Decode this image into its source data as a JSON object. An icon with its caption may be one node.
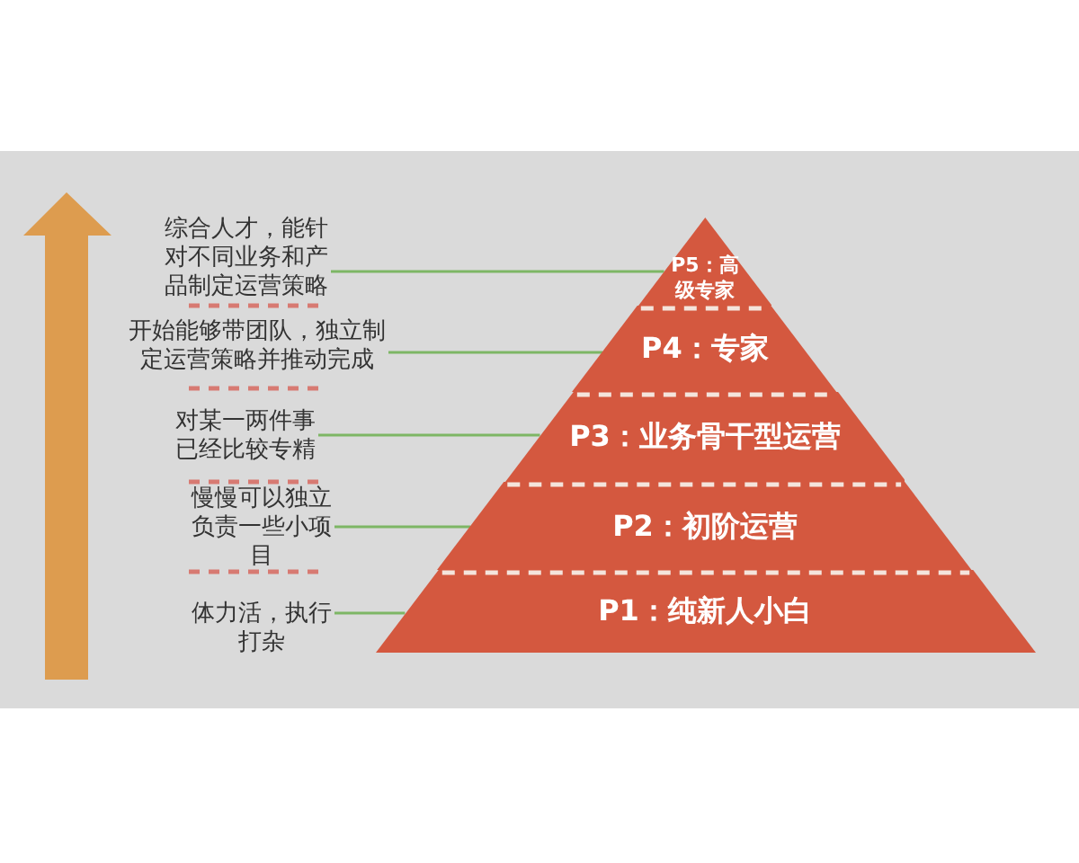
{
  "diagram": {
    "nodes": [
      {
        "text": [
          "综合人才，能针对不同业务和产品制定运营策略"
        ]
      },
      {
        "text": [
          "P5：高级专家"
        ]
      },
      {
        "text": [
          "开始能够带团队，独立制定运营策略并推动完成"
        ]
      },
      {
        "text": [
          "P4：专家"
        ]
      },
      {
        "text": [
          "对某一两件事已经比较专精"
        ]
      },
      {
        "text": [
          "P3：业务骨干型运营"
        ]
      },
      {
        "text": [
          "慢慢可以独立负责一些小项目"
        ]
      },
      {
        "text": [
          "P2：初阶运营"
        ]
      },
      {
        "text": [
          "体力活，执行打杂"
        ]
      },
      {
        "text": [
          "P1：纯新人小白"
        ]
      }
    ],
    "edges": [
      {
        "from": 0,
        "to": 1,
        "arrow": "none"
      },
      {
        "from": 2,
        "to": 3,
        "arrow": "none"
      },
      {
        "from": 4,
        "to": 5,
        "arrow": "none"
      },
      {
        "from": 6,
        "to": 7,
        "arrow": "none"
      },
      {
        "from": 8,
        "to": 9,
        "arrow": "none"
      }
    ]
  }
}
